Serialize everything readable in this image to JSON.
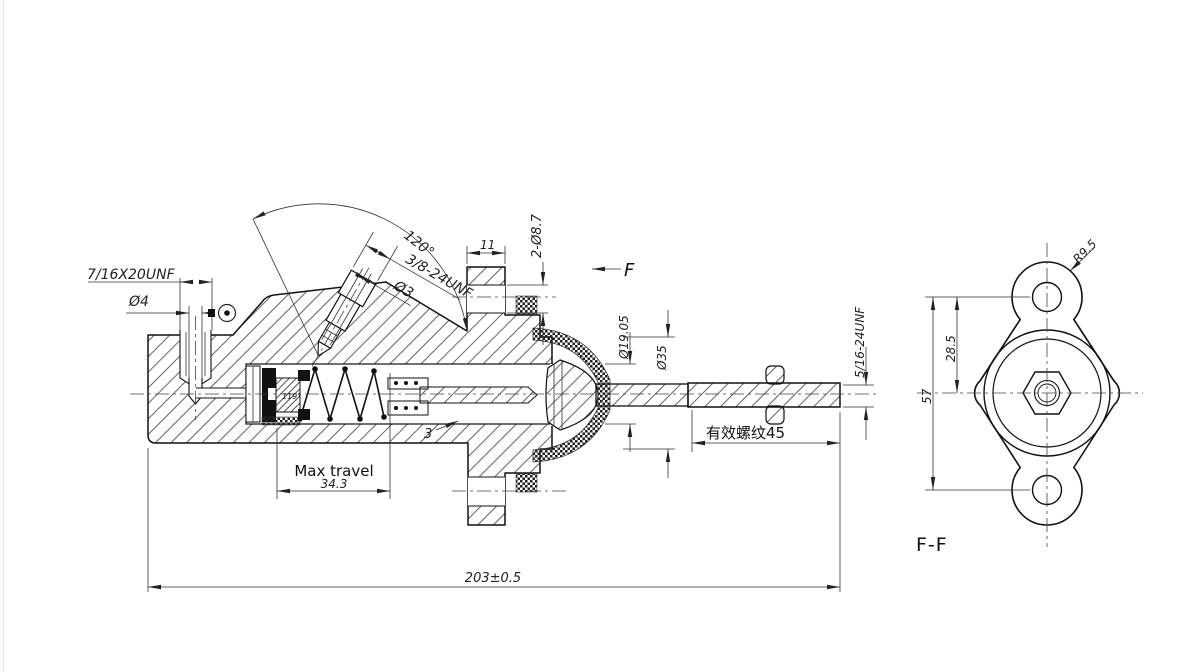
{
  "drawing": {
    "type": "engineering-section-drawing",
    "subject": "clutch master cylinder",
    "main_view": {
      "labels": {
        "inlet_thread": "7/16X20UNF",
        "inlet_hole_diameter": "Ø4",
        "port_angle": "120°",
        "outlet_thread": "3/8-24UNF",
        "orifice_diameter": "Ø3",
        "flange_thickness": "11",
        "flange_holes": "2-Ø8.7",
        "section_arrow": "F",
        "bore_diameter": "Ø19.05",
        "body_diameter": "Ø35",
        "pushrod_thread": "5/16-24UNF",
        "effective_thread_length": "有效螺纹45",
        "seat_angle": "119°",
        "leader_note": "3",
        "max_travel_label": "Max travel",
        "max_travel_value": "34.3",
        "overall_length": "203±0.5"
      }
    },
    "end_view": {
      "labels": {
        "lobe_radius": "R9.5",
        "hole_to_center": "28.5",
        "hole_spacing": "57",
        "view_name": "F-F"
      }
    },
    "colors": {
      "background": "#ffffff",
      "outline": "#111111",
      "dimension": "#222222",
      "hatch": "#3a3a3a"
    }
  }
}
